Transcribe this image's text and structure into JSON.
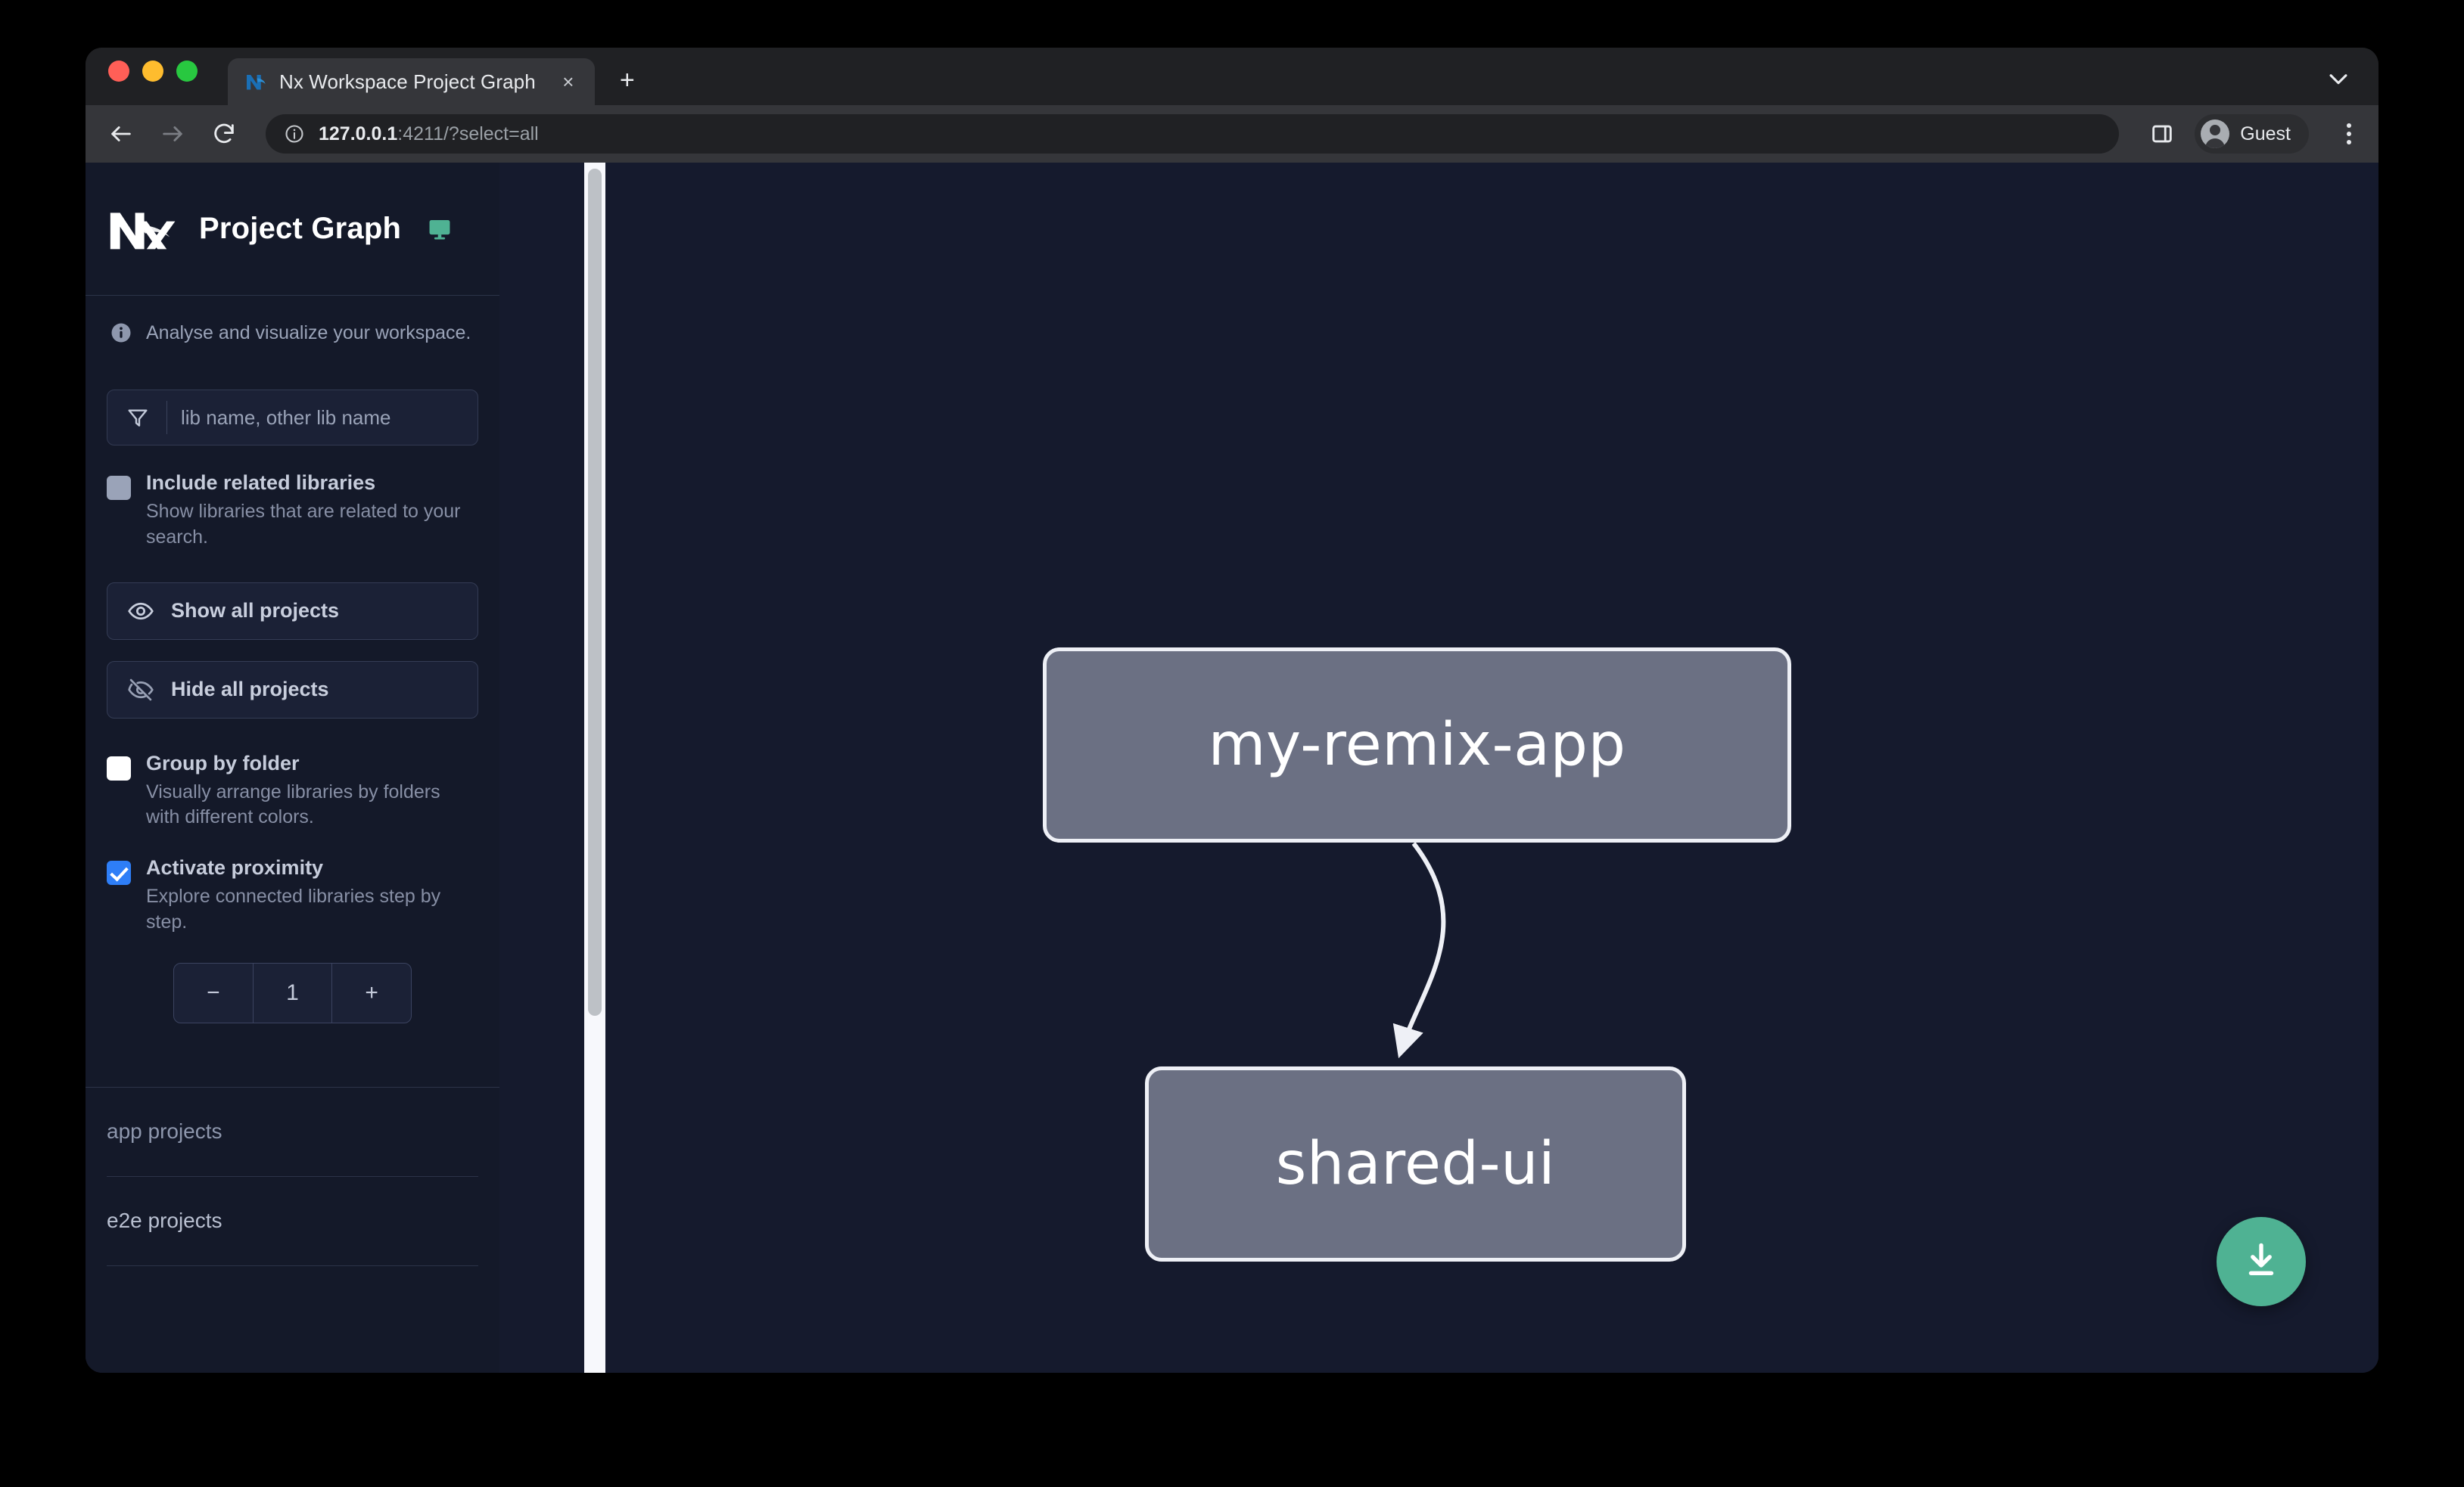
{
  "browser": {
    "traffic_lights": [
      "close",
      "minimize",
      "zoom"
    ],
    "tab": {
      "title": "Nx Workspace Project Graph",
      "favicon": "nx-favicon-icon",
      "close_label": "×"
    },
    "new_tab_label": "+",
    "tabstrip_chevron": "chevron-down-icon",
    "toolbar": {
      "back": "back-arrow-icon",
      "forward": "forward-arrow-icon",
      "reload": "reload-icon",
      "omnibox": {
        "info_icon": "info-circle-icon",
        "url_host": "127.0.0.1",
        "url_rest": ":4211/?select=all"
      },
      "side_panel_icon": "side-panel-icon",
      "profile_name": "Guest",
      "menu_icon": "kebab-menu-icon"
    }
  },
  "sidebar": {
    "logo": "nx-logo",
    "title": "Project Graph",
    "monitor_icon": "monitor-icon",
    "tagline": {
      "icon": "info-icon",
      "text": "Analyse and visualize your workspace."
    },
    "filter": {
      "icon": "funnel-filter-icon",
      "placeholder": "lib name, other lib name",
      "value": ""
    },
    "options": [
      {
        "key": "include_related",
        "label": "Include related libraries",
        "description": "Show libraries that are related to your search.",
        "state": "disabled"
      },
      {
        "key": "group_by_folder",
        "label": "Group by folder",
        "description": "Visually arrange libraries by folders with different colors.",
        "state": "unchecked"
      },
      {
        "key": "activate_proximity",
        "label": "Activate proximity",
        "description": "Explore connected libraries step by step.",
        "state": "checked"
      }
    ],
    "buttons": [
      {
        "key": "show_all",
        "icon": "eye-icon",
        "label": "Show all projects"
      },
      {
        "key": "hide_all",
        "icon": "eye-off-icon",
        "label": "Hide all projects"
      }
    ],
    "stepper": {
      "decrement_label": "−",
      "value": "1",
      "increment_label": "+"
    },
    "sections": [
      {
        "key": "app_projects",
        "label": "app projects"
      },
      {
        "key": "e2e_projects",
        "label": "e2e projects"
      }
    ],
    "scrollbar": {
      "name": "sidebar-scrollbar"
    }
  },
  "canvas": {
    "download_button": {
      "icon": "download-icon",
      "color": "#4fb293"
    },
    "graph": {
      "node_fill": "#6b7083",
      "node_border": "#eef0f6",
      "edge_color": "#eef0f6",
      "nodes": [
        {
          "id": "my-remix-app",
          "label": "my-remix-app",
          "type": "app"
        },
        {
          "id": "shared-ui",
          "label": "shared-ui",
          "type": "lib"
        }
      ],
      "edges": [
        {
          "source": "my-remix-app",
          "target": "shared-ui",
          "arrow": true
        }
      ]
    }
  },
  "colors": {
    "page_background": "#151a2d",
    "sidebar_background": "#141929",
    "accent_green": "#4fb293",
    "accent_blue": "#2e7ef7",
    "browser_chrome": "#35363a"
  }
}
